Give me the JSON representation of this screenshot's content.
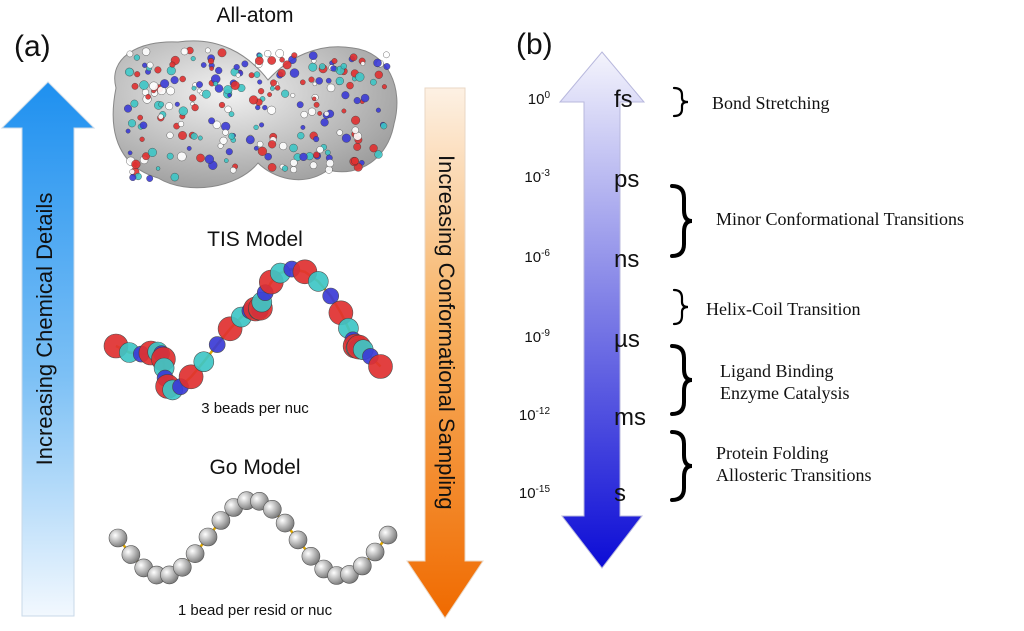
{
  "panel_a": {
    "label": "(a)",
    "left_arrow_label": "Increasing Chemical Details",
    "right_arrow_label": "Increasing Conformational Sampling",
    "models": [
      {
        "title": "All-atom",
        "caption": ""
      },
      {
        "title": "TIS Model",
        "caption": "3 beads per nuc"
      },
      {
        "title": "Go Model",
        "caption": "1 bead per resid or nuc"
      }
    ]
  },
  "panel_b": {
    "label": "(b)",
    "scale": [
      {
        "base": "10",
        "exp": "0",
        "unit": "fs"
      },
      {
        "base": "10",
        "exp": "-3",
        "unit": "ps"
      },
      {
        "base": "10",
        "exp": "-6",
        "unit": "ns"
      },
      {
        "base": "10",
        "exp": "-9",
        "unit": "µs"
      },
      {
        "base": "10",
        "exp": "-12",
        "unit": "ms"
      },
      {
        "base": "10",
        "exp": "-15",
        "unit": "s"
      }
    ],
    "events": [
      {
        "lines": [
          "Bond Stretching"
        ]
      },
      {
        "lines": [
          "Minor Conformational Transitions"
        ]
      },
      {
        "lines": [
          "Helix-Coil Transition"
        ]
      },
      {
        "lines": [
          "Ligand Binding",
          "Enzyme Catalysis"
        ]
      },
      {
        "lines": [
          "Protein Folding",
          "Allosteric Transitions"
        ]
      }
    ]
  },
  "colors": {
    "blue_arrow": "#1e90f0",
    "orange_arrow": "#f07a10",
    "scale_arrow": "#1010d8",
    "bead_red": "#e03030",
    "bead_blue": "#3b3bd6",
    "bead_cyan": "#3ec6c6",
    "bead_grey": "#9a9a9a",
    "bond_gold": "#e0a800"
  }
}
